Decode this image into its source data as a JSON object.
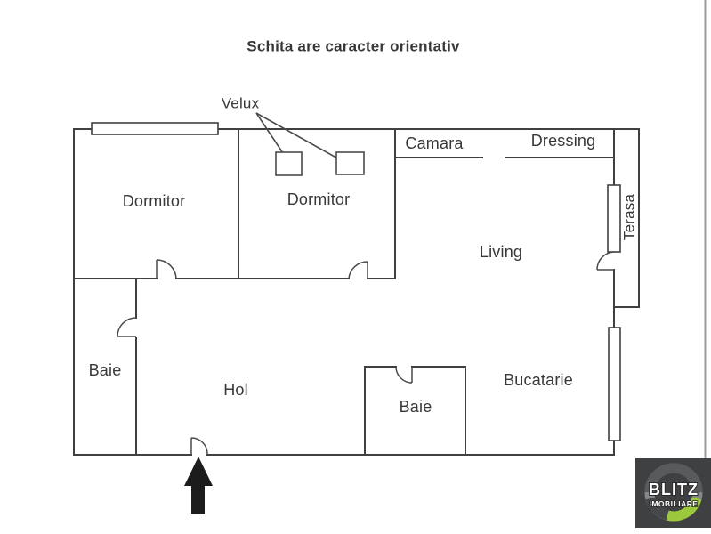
{
  "title": "Schita are caracter orientativ",
  "annotations": {
    "velux": "Velux"
  },
  "rooms": {
    "dormitor1": "Dormitor",
    "dormitor2": "Dormitor",
    "camara": "Camara",
    "dressing": "Dressing",
    "living": "Living",
    "terasa": "Terasa",
    "baie_left": "Baie",
    "hol": "Hol",
    "baie_mid": "Baie",
    "bucatarie": "Bucatarie"
  },
  "logo": {
    "name": "BLITZ",
    "subtitle": "IMOBILIARE"
  },
  "colors": {
    "wall": "#404040",
    "text": "#383838",
    "background": "#ffffff",
    "logo_bg": "#3f4042",
    "logo_green": "#9cc93c",
    "logo_ring_gray": "#85878a",
    "arrow": "#1c1c1c"
  }
}
